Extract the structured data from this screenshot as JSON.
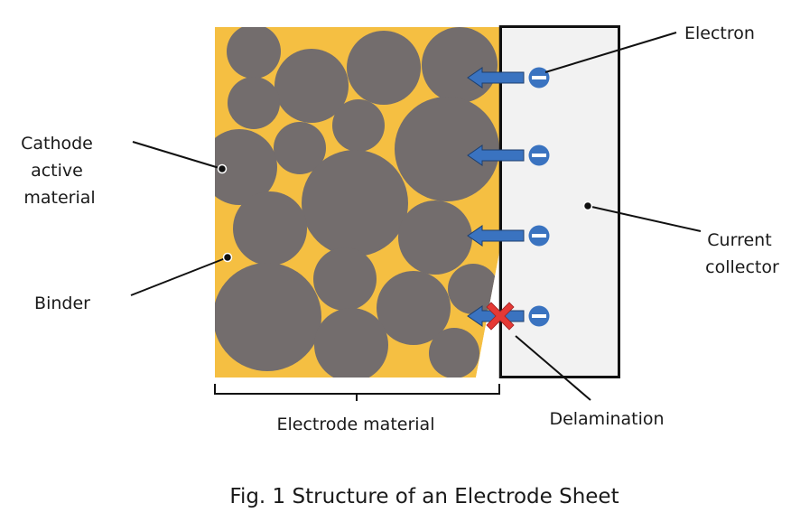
{
  "figure": {
    "caption": "Fig. 1 Structure of an Electrode Sheet",
    "colors": {
      "binder": "#f5bf42",
      "active_material": "#736d6d",
      "current_collector_fill": "#f2f2f2",
      "current_collector_border": "#111111",
      "electron": "#3a73c0",
      "arrow": "#3a73c0",
      "delamination_mark": "#e53935",
      "leader_line": "#111111"
    },
    "labels": {
      "electron": "Electron",
      "cathode_active_material": [
        "Cathode",
        "active",
        "material"
      ],
      "binder": "Binder",
      "current_collector": [
        "Current",
        "collector"
      ],
      "electrode_material": "Electrode material",
      "delamination": "Delamination"
    },
    "electron_flow": {
      "count": 4,
      "blocked_index": 3,
      "electron_symbol": "minus"
    }
  }
}
